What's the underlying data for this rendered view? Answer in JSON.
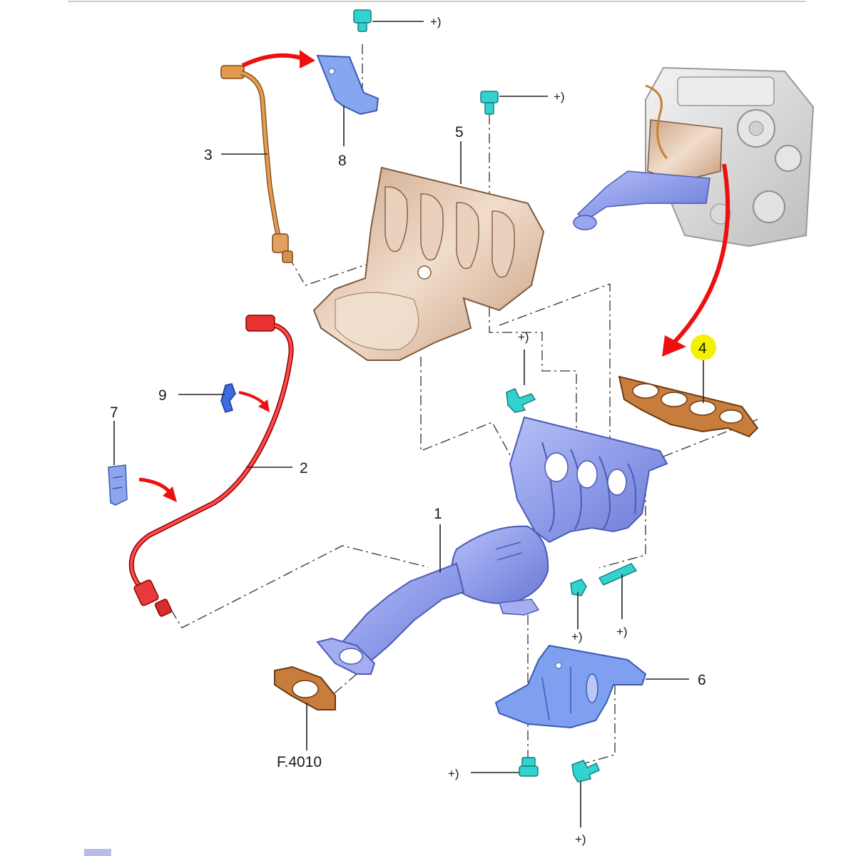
{
  "callouts": {
    "c1": "1",
    "c2": "2",
    "c3": "3",
    "c4": "4",
    "c5": "5",
    "c6": "6",
    "c7": "7",
    "c8": "8",
    "c9": "9",
    "ref": "F.4010"
  },
  "plus_marker": "+)",
  "colors": {
    "highlight": "#f3f000",
    "arrow": "#ee1010"
  }
}
